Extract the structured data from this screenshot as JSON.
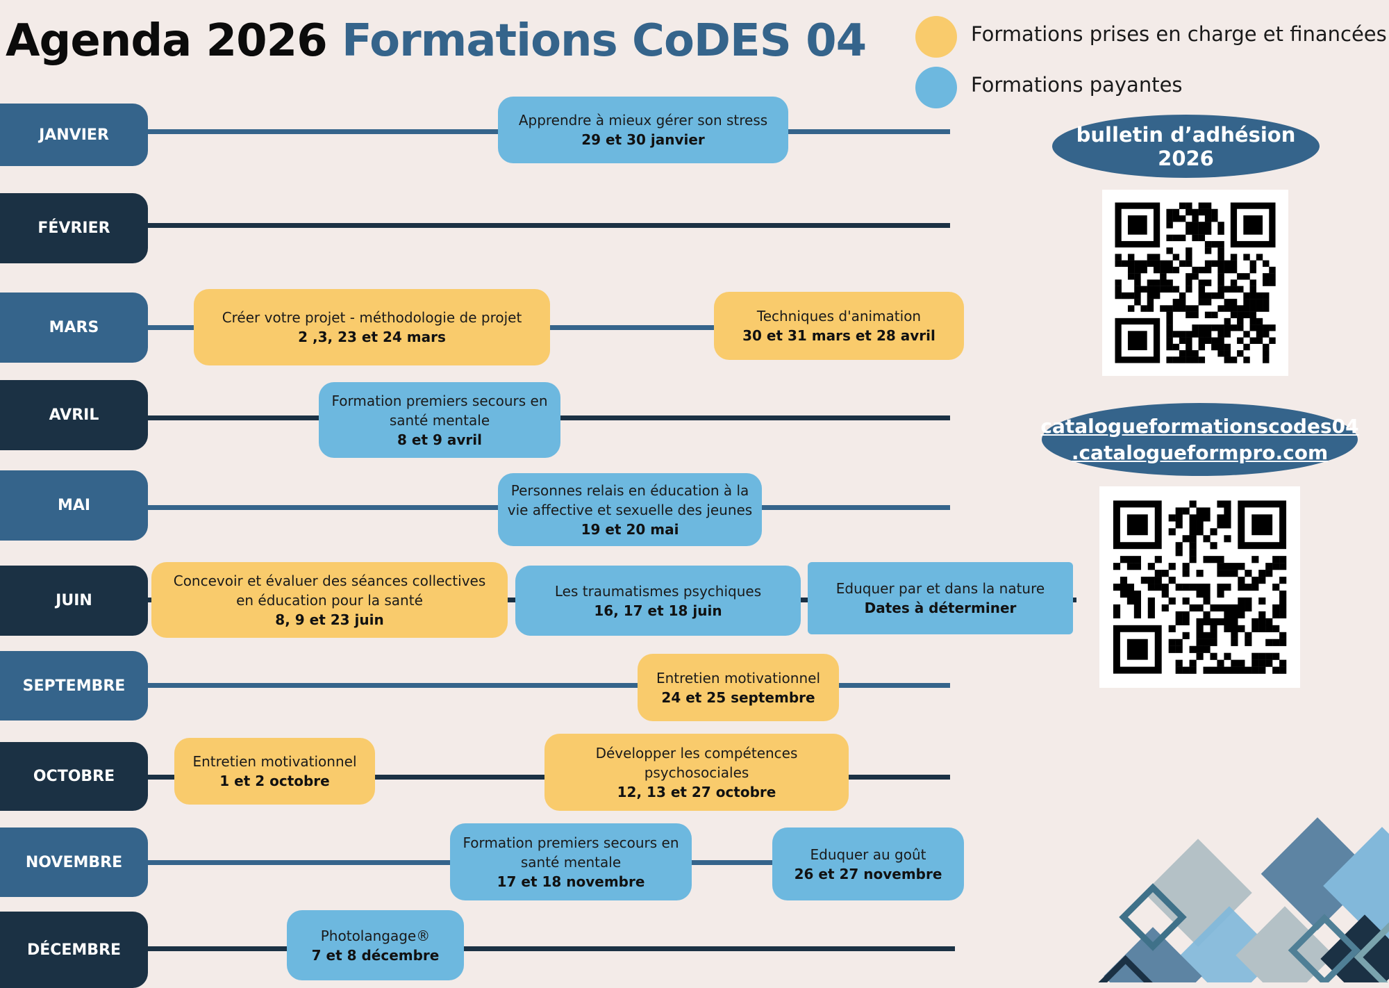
{
  "title": {
    "part1": "Agenda 2026",
    "part2": "Formations CoDES 04"
  },
  "legend": [
    {
      "label": "Formations prises en charge et financées",
      "color": "#f9cb6c"
    },
    {
      "label": "Formations payantes",
      "color": "#6db8df"
    }
  ],
  "sidebar": {
    "bulletin_label": "bulletin d’adhésion 2026",
    "catalogue_link_line1": "catalogueformationscodes04",
    "catalogue_link_line2": ".catalogueformpro.com"
  },
  "months": [
    "JANVIER",
    "FÉVRIER",
    "MARS",
    "AVRIL",
    "MAI",
    "JUIN",
    "SEPTEMBRE",
    "OCTOBRE",
    "NOVEMBRE",
    "DÉCEMBRE"
  ],
  "events": [
    {
      "month": "JANVIER",
      "lines": [
        "Apprendre à mieux gérer son stress"
      ],
      "dates": "29 et 30 janvier",
      "type": "payante"
    },
    {
      "month": "MARS",
      "lines": [
        "Créer votre projet - méthodologie de projet"
      ],
      "dates": "2 ,3, 23 et 24 mars",
      "type": "financée"
    },
    {
      "month": "MARS",
      "lines": [
        "Techniques d'animation"
      ],
      "dates": "30 et 31 mars et 28 avril",
      "type": "financée"
    },
    {
      "month": "AVRIL",
      "lines": [
        "Formation premiers secours en",
        "santé mentale"
      ],
      "dates": "8 et 9 avril",
      "type": "payante"
    },
    {
      "month": "MAI",
      "lines": [
        "Personnes relais en éducation à la",
        "vie affective et sexuelle des jeunes"
      ],
      "dates": "19 et 20 mai",
      "type": "payante"
    },
    {
      "month": "JUIN",
      "lines": [
        "Concevoir et évaluer des séances collectives",
        "en éducation pour la santé"
      ],
      "dates": "8, 9 et 23 juin",
      "type": "financée"
    },
    {
      "month": "JUIN",
      "lines": [
        "Les traumatismes psychiques"
      ],
      "dates": "16, 17 et 18 juin",
      "type": "payante"
    },
    {
      "month": "JUIN",
      "lines": [
        "Eduquer par et dans la nature"
      ],
      "dates": "Dates à déterminer",
      "type": "payante"
    },
    {
      "month": "SEPTEMBRE",
      "lines": [
        "Entretien motivationnel"
      ],
      "dates": "24 et 25 septembre",
      "type": "financée"
    },
    {
      "month": "OCTOBRE",
      "lines": [
        "Entretien motivationnel"
      ],
      "dates": "1 et 2 octobre",
      "type": "financée"
    },
    {
      "month": "OCTOBRE",
      "lines": [
        "Développer les compétences",
        "psychosociales"
      ],
      "dates": "12, 13 et 27 octobre",
      "type": "financée"
    },
    {
      "month": "NOVEMBRE",
      "lines": [
        "Formation premiers secours en",
        "santé mentale"
      ],
      "dates": "17 et 18 novembre",
      "type": "payante"
    },
    {
      "month": "NOVEMBRE",
      "lines": [
        "Eduquer au goût"
      ],
      "dates": "26 et 27 novembre",
      "type": "payante"
    },
    {
      "month": "DÉCEMBRE",
      "lines": [
        "Photolangage®"
      ],
      "dates": "7  et 8 décembre",
      "type": "payante"
    }
  ],
  "colors": {
    "mid": "#35648b",
    "dark": "#1b3144",
    "payante": "#6db8df",
    "financee": "#f9cb6c",
    "background": "#f3ebe8"
  }
}
